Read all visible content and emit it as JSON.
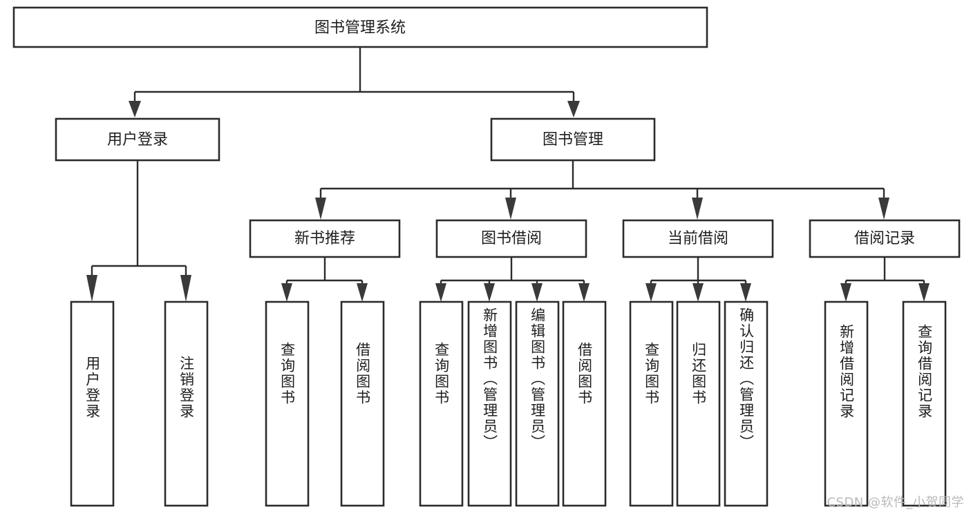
{
  "diagram": {
    "type": "tree-hierarchy",
    "title": "图书管理系统",
    "watermark": "CSDN @软件_小贺同学",
    "colors": {
      "box_stroke": "#2b2b2b",
      "box_fill": "#ffffff",
      "connector": "#2b2b2b",
      "arrow": "#3a3a3a",
      "text": "#1e1e1e",
      "watermark": "#b9b9b9",
      "background": "#ffffff"
    },
    "root": {
      "label": "图书管理系统"
    },
    "level2": [
      {
        "label": "用户登录"
      },
      {
        "label": "图书管理"
      }
    ],
    "level3": [
      {
        "label": "新书推荐"
      },
      {
        "label": "图书借阅"
      },
      {
        "label": "当前借阅"
      },
      {
        "label": "借阅记录"
      }
    ],
    "leaves": {
      "user_login": [
        {
          "label": "用户登录"
        },
        {
          "label": "注销登录"
        }
      ],
      "new_book_recommend": [
        {
          "label": "查询图书"
        },
        {
          "label": "借阅图书"
        }
      ],
      "book_borrow": [
        {
          "label": "查询图书"
        },
        {
          "label": "新增图书（管理员）"
        },
        {
          "label": "编辑图书（管理员）"
        },
        {
          "label": "借阅图书"
        }
      ],
      "current_borrow": [
        {
          "label": "查询图书"
        },
        {
          "label": "归还图书"
        },
        {
          "label": "确认归还（管理员）"
        }
      ],
      "borrow_record": [
        {
          "label": "新增借阅记录"
        },
        {
          "label": "查询借阅记录"
        }
      ]
    }
  }
}
